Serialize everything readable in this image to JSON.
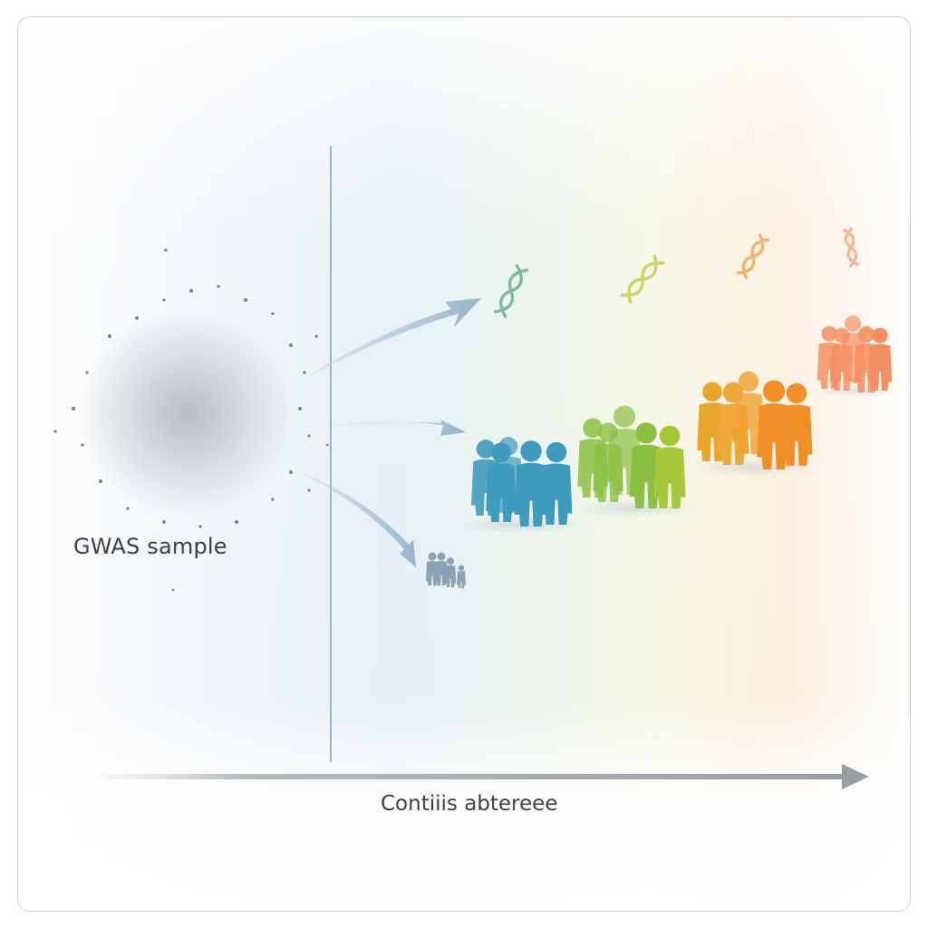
{
  "diagram": {
    "title": "",
    "source_label": "GWAS sample",
    "axis_label": "Contiiis abtereee",
    "axis_arrow_color": "#9a9da1",
    "divider_color": "#8aa6bd",
    "arrow_color": "#a9c3d6",
    "dot_color": "#7c7f84",
    "groups": [
      {
        "name": "blue-group",
        "color": "#3f9bbd",
        "people": 5
      },
      {
        "name": "green-group",
        "color": "#8cc043",
        "people": 5
      },
      {
        "name": "orange-group",
        "color": "#f2a233",
        "people": 5
      },
      {
        "name": "salmon-group",
        "color": "#f58f62",
        "people": 5
      }
    ],
    "dna_icons": [
      {
        "name": "dna-teal",
        "color": "#7fb8a8"
      },
      {
        "name": "dna-yellow",
        "color": "#cfd46a"
      },
      {
        "name": "dna-orange",
        "color": "#f0b46a"
      },
      {
        "name": "dna-salmon",
        "color": "#f5b89a"
      }
    ],
    "small_group": {
      "color": "#7c95a8",
      "people": 5
    }
  }
}
